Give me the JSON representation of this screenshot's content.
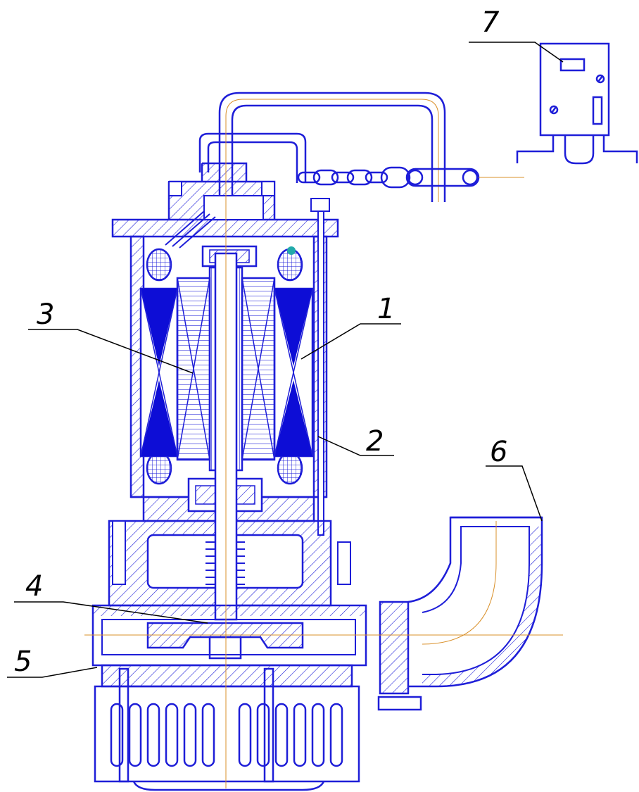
{
  "callouts": [
    {
      "id": "1",
      "text": "1"
    },
    {
      "id": "2",
      "text": "2"
    },
    {
      "id": "3",
      "text": "3"
    },
    {
      "id": "4",
      "text": "4"
    },
    {
      "id": "5",
      "text": "5"
    },
    {
      "id": "6",
      "text": "6"
    },
    {
      "id": "7",
      "text": "7"
    }
  ],
  "colors": {
    "outline": "#1e1ed8",
    "winding": "#0d0dd6",
    "centerline": "#d9902a",
    "leader": "#000000"
  }
}
